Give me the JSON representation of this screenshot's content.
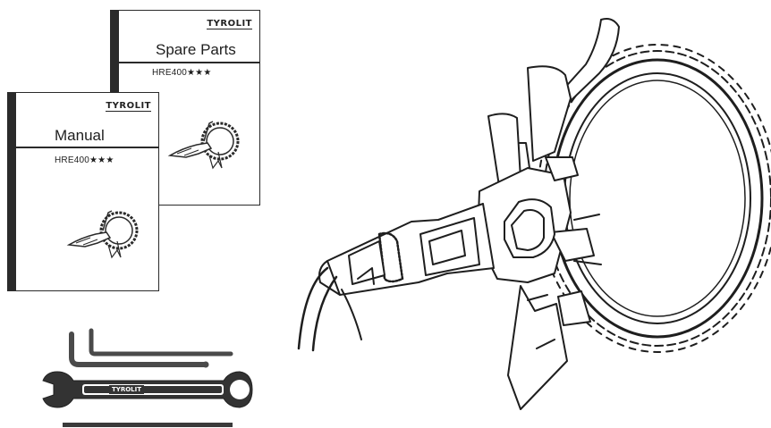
{
  "spare_parts_booklet": {
    "brand": "TYROLIT",
    "title": "Spare Parts",
    "model": "HRE400★★★"
  },
  "manual_booklet": {
    "brand": "TYROLIT",
    "title": "Manual",
    "model": "HRE400★★★"
  },
  "wrench": {
    "brand": "TYROLIT"
  },
  "colors": {
    "ink": "#2a2a2a",
    "paper": "#ffffff"
  }
}
